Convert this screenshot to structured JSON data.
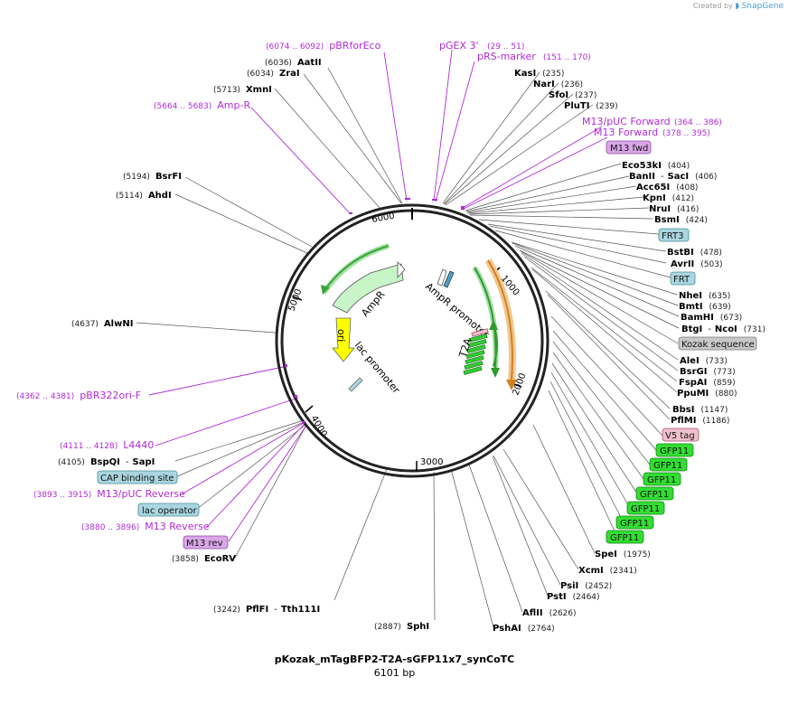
{
  "brand": {
    "created_by": "Created by",
    "logo": "SnapGene"
  },
  "title": "pKozak_mTagBFP2-T2A-sGFP11x7_synCoTC",
  "subtitle": "6101 bp",
  "ring_ticks": [
    "1000",
    "2000",
    "3000",
    "4000",
    "5000",
    "6000"
  ],
  "features_on_ring": [
    "AmpR",
    "AmpR promoter",
    "ori",
    "lac promoter",
    "T2A"
  ],
  "primers": [
    {
      "name": "pBRforEco",
      "range": "(6074 .. 6092)"
    },
    {
      "name": "pGEX 3'",
      "range": "(29 .. 51)"
    },
    {
      "name": "pRS-marker",
      "range": "(151 .. 170)"
    },
    {
      "name": "M13/pUC Forward",
      "range": "(364 .. 386)"
    },
    {
      "name": "M13 Forward",
      "range": "(378 .. 395)"
    },
    {
      "name": "Amp-R",
      "range": "(5664 .. 5683)"
    },
    {
      "name": "pBR322ori-F",
      "range": "(4362 .. 4381)"
    },
    {
      "name": "L4440",
      "range": "(4111 .. 4128)"
    },
    {
      "name": "M13/pUC Reverse",
      "range": "(3893 .. 3915)"
    },
    {
      "name": "M13 Reverse",
      "range": "(3880 .. 3896)"
    }
  ],
  "sites_left": [
    {
      "name": "AatII",
      "pos": "(6036)"
    },
    {
      "name": "ZraI",
      "pos": "(6034)"
    },
    {
      "name": "XmnI",
      "pos": "(5713)"
    },
    {
      "name": "BsrFI",
      "pos": "(5194)"
    },
    {
      "name": "AhdI",
      "pos": "(5114)"
    },
    {
      "name": "AlwNI",
      "pos": "(4637)"
    },
    {
      "name": "BspQI",
      "name2": "SapI",
      "pos": "(4105)"
    },
    {
      "name": "EcoRV",
      "pos": "(3858)"
    },
    {
      "name": "PflFI",
      "name2": "Tth111I",
      "pos": "(3242)"
    },
    {
      "name": "SphI",
      "pos": "(2887)"
    }
  ],
  "sites_right": [
    {
      "name": "KasI",
      "pos": "(235)"
    },
    {
      "name": "NarI",
      "pos": "(236)"
    },
    {
      "name": "SfoI",
      "pos": "(237)"
    },
    {
      "name": "PluTI",
      "pos": "(239)"
    },
    {
      "name": "Eco53kI",
      "pos": "(404)"
    },
    {
      "name": "BanII",
      "name2": "SacI",
      "pos": "(406)"
    },
    {
      "name": "Acc65I",
      "pos": "(408)"
    },
    {
      "name": "KpnI",
      "pos": "(412)"
    },
    {
      "name": "NruI",
      "pos": "(416)"
    },
    {
      "name": "BsmI",
      "pos": "(424)"
    },
    {
      "name": "BstBI",
      "pos": "(478)"
    },
    {
      "name": "AvrII",
      "pos": "(503)"
    },
    {
      "name": "NheI",
      "pos": "(635)"
    },
    {
      "name": "BmtI",
      "pos": "(639)"
    },
    {
      "name": "BamHI",
      "pos": "(673)"
    },
    {
      "name": "BtgI",
      "name2": "NcoI",
      "pos": "(731)"
    },
    {
      "name": "AleI",
      "pos": "(733)"
    },
    {
      "name": "BsrGI",
      "pos": "(773)"
    },
    {
      "name": "FspAI",
      "pos": "(859)"
    },
    {
      "name": "PpuMI",
      "pos": "(880)"
    },
    {
      "name": "BbsI",
      "pos": "(1147)"
    },
    {
      "name": "PflMI",
      "pos": "(1186)"
    },
    {
      "name": "SpeI",
      "pos": "(1975)"
    },
    {
      "name": "XcmI",
      "pos": "(2341)"
    },
    {
      "name": "PsiI",
      "pos": "(2452)"
    },
    {
      "name": "PstI",
      "pos": "(2464)"
    },
    {
      "name": "AflII",
      "pos": "(2626)"
    },
    {
      "name": "PshAI",
      "pos": "(2764)"
    }
  ],
  "boxes": [
    {
      "label": "M13 fwd",
      "color": "#d9a6e8"
    },
    {
      "label": "FRT3",
      "color": "#a9d6e0"
    },
    {
      "label": "FRT",
      "color": "#a9d6e0"
    },
    {
      "label": "Kozak sequence",
      "color": "#c8c8c8"
    },
    {
      "label": "V5 tag",
      "color": "#f0c0cc"
    },
    {
      "label": "GFP11",
      "color": "#33dd33"
    },
    {
      "label": "GFP11",
      "color": "#33dd33"
    },
    {
      "label": "GFP11",
      "color": "#33dd33"
    },
    {
      "label": "GFP11",
      "color": "#33dd33"
    },
    {
      "label": "GFP11",
      "color": "#33dd33"
    },
    {
      "label": "GFP11",
      "color": "#33dd33"
    },
    {
      "label": "GFP11",
      "color": "#33dd33"
    },
    {
      "label": "CAP binding site",
      "color": "#a9d6e0"
    },
    {
      "label": "lac operator",
      "color": "#a9d6e0"
    },
    {
      "label": "M13 rev",
      "color": "#d9a6e8"
    }
  ]
}
